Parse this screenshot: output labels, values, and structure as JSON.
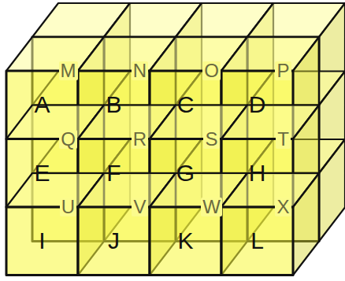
{
  "diagram": {
    "nodes": [
      {
        "text": [
          "A"
        ]
      },
      {
        "text": [
          "B"
        ]
      },
      {
        "text": [
          "C"
        ]
      },
      {
        "text": [
          "D"
        ]
      },
      {
        "text": [
          "E"
        ]
      },
      {
        "text": [
          "F"
        ]
      },
      {
        "text": [
          "G"
        ]
      },
      {
        "text": [
          "H"
        ]
      },
      {
        "text": [
          "I"
        ]
      },
      {
        "text": [
          "J"
        ]
      },
      {
        "text": [
          "K"
        ]
      },
      {
        "text": [
          "L"
        ]
      },
      {
        "text": [
          "M"
        ]
      },
      {
        "text": [
          "N"
        ]
      },
      {
        "text": [
          "O"
        ]
      },
      {
        "text": [
          "P"
        ]
      },
      {
        "text": [
          "Q"
        ]
      },
      {
        "text": [
          "R"
        ]
      },
      {
        "text": [
          "S"
        ]
      },
      {
        "text": [
          "T"
        ]
      },
      {
        "text": [
          "U"
        ]
      },
      {
        "text": [
          "V"
        ]
      },
      {
        "text": [
          "W"
        ]
      },
      {
        "text": [
          "X"
        ]
      }
    ]
  }
}
